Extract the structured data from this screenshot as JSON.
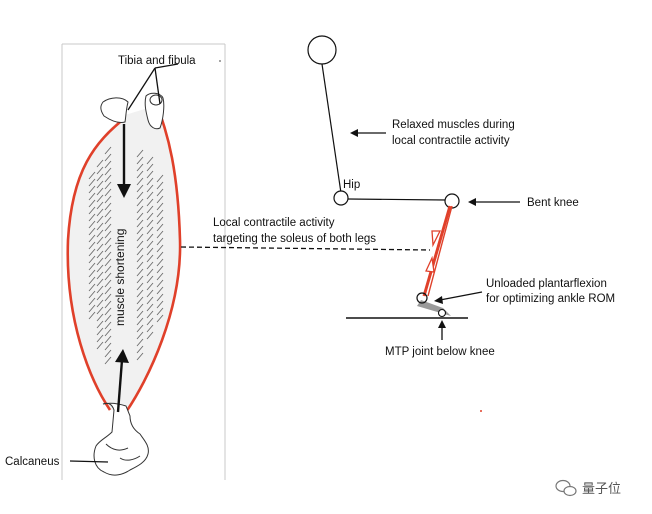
{
  "labels": {
    "tibia_fibula": "Tibia and fibula",
    "muscle_shortening": "muscle shortening",
    "calcaneus": "Calcaneus",
    "local_activity_1": "Local contractile activity",
    "local_activity_2": "targeting the soleus of both legs",
    "relaxed_1": "Relaxed muscles during",
    "relaxed_2": "local contractile activity",
    "hip": "Hip",
    "bent_knee": "Bent knee",
    "unloaded_1": "Unloaded plantarflexion",
    "unloaded_2": "for optimizing ankle ROM",
    "mtp": "MTP joint below knee"
  },
  "watermark": {
    "text": "量子位",
    "icon": "wechat-icon"
  },
  "colors": {
    "muscle_outline": "#e0402a",
    "line": "#111111",
    "fiber": "#6a6a6a",
    "foot_plate": "#9a9a9a"
  }
}
